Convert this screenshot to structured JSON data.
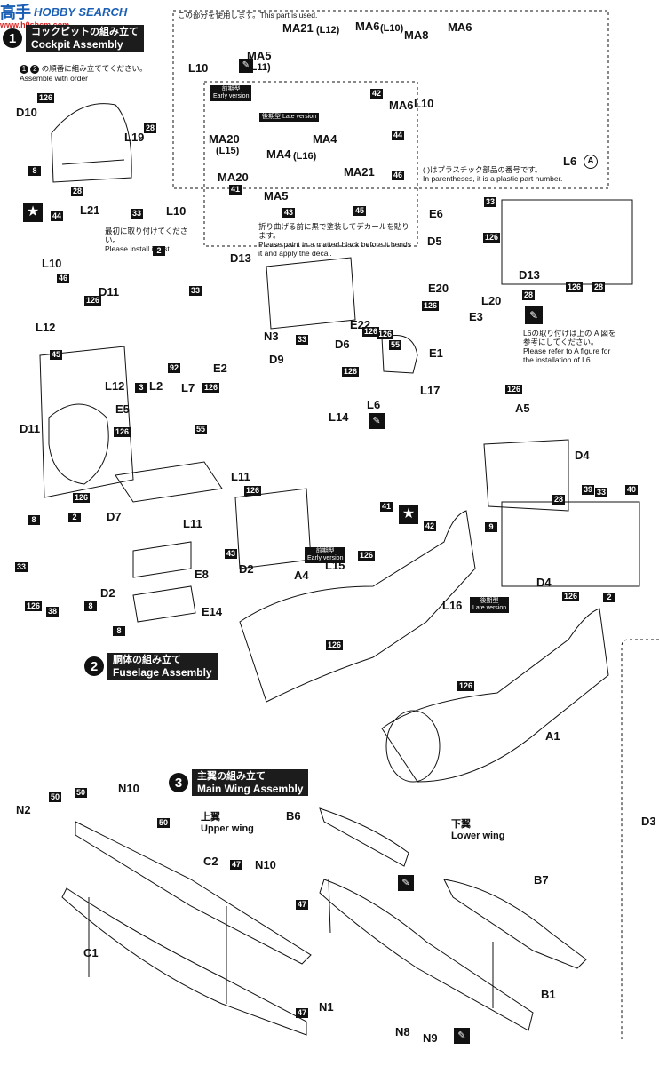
{
  "watermark": {
    "glyph": "高手",
    "text": "HOBBY SEARCH",
    "url": "www.h0shcm.com"
  },
  "sections": [
    {
      "num": "1",
      "jp": "コックピットの組み立て",
      "en": "Cockpit Assembly"
    },
    {
      "num": "2",
      "jp": "胴体の組み立て",
      "en": "Fuselage Assembly"
    },
    {
      "num": "3",
      "jp": "主翼の組み立て",
      "en": "Main Wing Assembly"
    }
  ],
  "notes": {
    "used_part": "この部分を使用します。This part is used.",
    "order_jp": "の順番に組み立ててください。",
    "order_en": "Assemble with order",
    "install_first_jp": "最初に取り付けてください。",
    "install_first_en": "Please install it first.",
    "plastic_jp": "( )はプラスチック部品の番号です。",
    "plastic_en": "In parentheses, it is a plastic part number.",
    "bend_jp": "折り曲げる前に黒で塗装してデカールを貼ります。",
    "bend_en": "Please paint in a matted black before it bends it and apply the decal.",
    "l6_jp": "L6の取り付けは上の A 図を参考にしてください。",
    "l6_en": "Please refer to A figure for the installation of L6."
  },
  "versions": {
    "early_jp": "前期型",
    "early_en": "Early version",
    "late_jp": "後期型",
    "late_en": "Late version"
  },
  "wing": {
    "upper_jp": "上翼",
    "upper_en": "Upper wing",
    "lower_jp": "下翼",
    "lower_en": "Lower wing"
  },
  "order": [
    "1",
    "2"
  ],
  "labels": {
    "L10": "L10",
    "L19": "L19",
    "L21": "L21",
    "D10": "D10",
    "D11": "D11",
    "D13": "D13",
    "MA21": "MA21",
    "MA21p": "(L12)",
    "MA6": "MA6",
    "MA6p": "(L10)",
    "MA8": "MA8",
    "MA5": "MA5",
    "MA5p": "(L11)",
    "MA20": "MA20",
    "MA20p": "(L15)",
    "MA4": "MA4",
    "MA4p": "(L16)",
    "L6": "L6",
    "A": "A",
    "E6": "E6",
    "D5": "D5",
    "L20": "L20",
    "E20": "E20",
    "E22": "E22",
    "E3": "E3",
    "N3": "N3",
    "D6": "D6",
    "E1": "E1",
    "L12": "L12",
    "D9": "D9",
    "E2": "E2",
    "L2": "L2",
    "L7": "L7",
    "E5": "E5",
    "L14": "L14",
    "L17": "L17",
    "A5": "A5",
    "D4": "D4",
    "D7": "D7",
    "L11": "L11",
    "E8": "E8",
    "D2": "D2",
    "E14": "E14",
    "L15": "L15",
    "A4": "A4",
    "L16": "L16",
    "A1": "A1",
    "N2": "N2",
    "N10": "N10",
    "C2": "C2",
    "C1": "C1",
    "N1": "N1",
    "B6": "B6",
    "B7": "B7",
    "B1": "B1",
    "N8": "N8",
    "N9": "N9",
    "D3": "D3"
  },
  "partnums": {
    "p126": "126",
    "p28": "28",
    "p8": "8",
    "p33": "33",
    "p2": "2",
    "p44": "44",
    "p46": "46",
    "p45": "45",
    "p92": "92",
    "p3": "3",
    "p55": "55",
    "p41": "41",
    "p42": "42",
    "p43": "43",
    "p39": "39",
    "p40": "40",
    "p9": "9",
    "p38": "38",
    "p50": "50",
    "p47": "47"
  },
  "colors": {
    "ink": "#111111",
    "paper": "#ffffff",
    "badge": "#1c1c1c",
    "watermark": "#1a5fb4"
  },
  "icons": [
    "star-icon",
    "paint-brush-icon",
    "hobby-search-logo"
  ]
}
